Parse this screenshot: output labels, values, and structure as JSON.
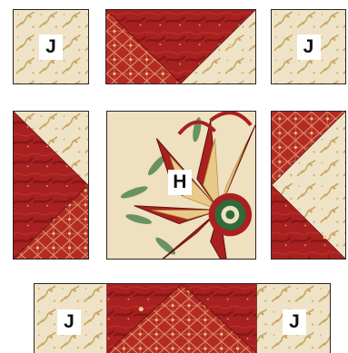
{
  "pieces": {
    "corner_top_left": {
      "label": "J"
    },
    "corner_top_right": {
      "label": "J"
    },
    "center": {
      "label": "H"
    },
    "bottom_left": {
      "label": "J"
    },
    "bottom_right": {
      "label": "J"
    }
  },
  "colors": {
    "cream": "#efe3c7",
    "gold": "#c7a25f",
    "red": "#a8201f",
    "dark_red": "#7c1414",
    "green": "#2e6b3c",
    "outline": "#2b2522"
  }
}
